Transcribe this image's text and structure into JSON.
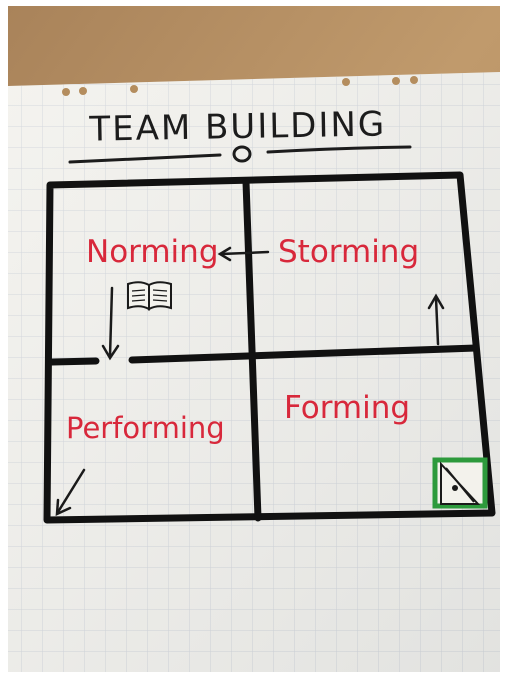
{
  "title": "TEAM BUILDING",
  "stages": {
    "norming": "Norming",
    "storming": "Storming",
    "performing": "Performing",
    "forming": "Forming"
  },
  "colors": {
    "wood": "#b48d5e",
    "paper": "#f1f0eb",
    "grid": "#cfd3d9",
    "ink": "#1a1a1a",
    "red_ink": "#d8283b",
    "green_ink": "#2d9a3c"
  },
  "icons": [
    "book-icon",
    "door-icon",
    "arrow-icon"
  ]
}
